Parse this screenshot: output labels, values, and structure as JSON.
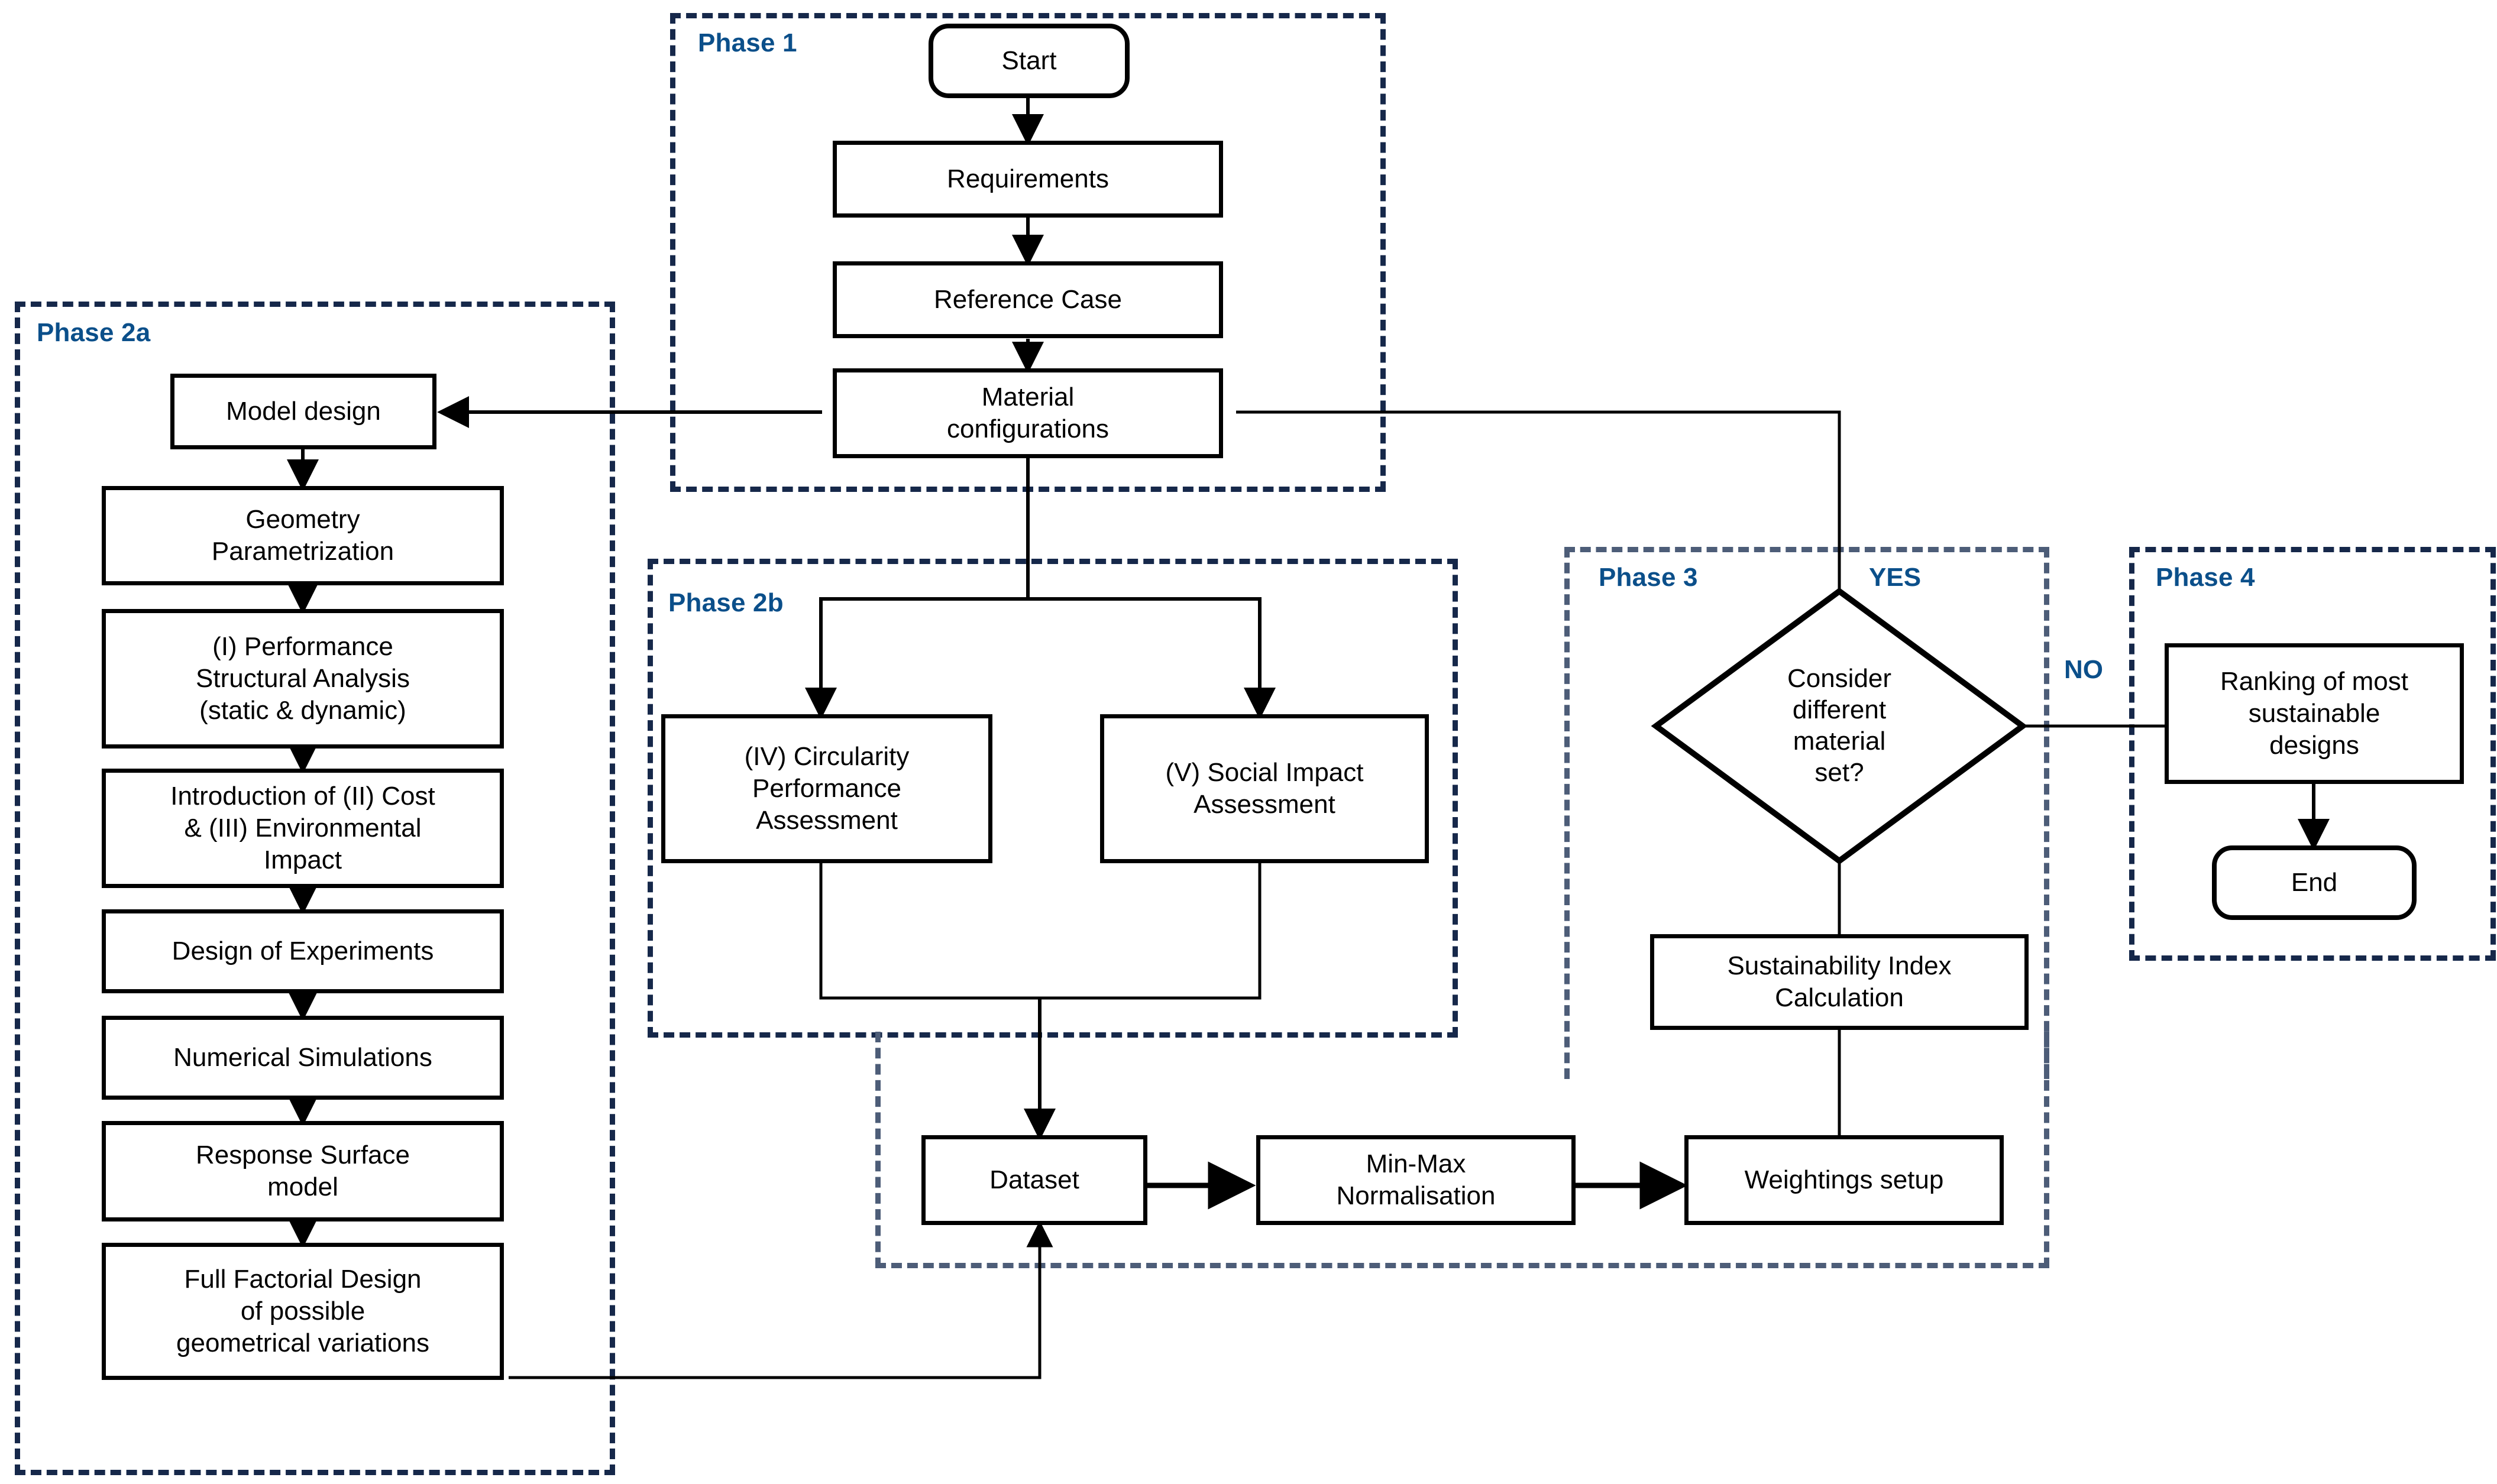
{
  "diagram": {
    "title": "Sustainable design methodology flowchart",
    "colors": {
      "phase_border_dark": "#16284a",
      "phase_border_light": "#4d5d78",
      "phase_label": "#0b4f8a",
      "node_border": "#000000",
      "node_fill": "#ffffff",
      "connector": "#000000"
    }
  },
  "phases": [
    {
      "id": "phase1",
      "label": "Phase 1"
    },
    {
      "id": "phase2a",
      "label": "Phase 2a"
    },
    {
      "id": "phase2b",
      "label": "Phase 2b"
    },
    {
      "id": "phase3",
      "label": "Phase 3"
    },
    {
      "id": "phase4",
      "label": "Phase 4"
    }
  ],
  "branch_labels": {
    "yes": "YES",
    "no": "NO"
  },
  "nodes": {
    "start": "Start",
    "requirements": "Requirements",
    "reference_case": "Reference Case",
    "material_configurations": "Material\nconfigurations",
    "model_design": "Model design",
    "geometry_parametrization": "Geometry\nParametrization",
    "performance_structural_analysis": "(I) Performance\nStructural Analysis\n(static  & dynamic)",
    "cost_environmental_impact": "Introduction of (II) Cost\n& (III) Environmental\nImpact",
    "design_of_experiments": "Design of Experiments",
    "numerical_simulations": "Numerical Simulations",
    "response_surface_model": "Response Surface\nmodel",
    "full_factorial_design": "Full Factorial Design\nof possible\ngeometrical variations",
    "circularity_performance_assessment": "(IV) Circularity\nPerformance\nAssessment",
    "social_impact_assessment": "(V) Social Impact\nAssessment",
    "dataset": "Dataset",
    "min_max_normalisation": "Min-Max\nNormalisation",
    "weightings_setup": "Weightings  setup",
    "sustainability_index_calculation": "Sustainability Index\nCalculation",
    "decision_material_set": "Consider\ndifferent\nmaterial\nset?",
    "ranking_sustainable_designs": "Ranking of most\nsustainable\ndesigns",
    "end": "End"
  }
}
